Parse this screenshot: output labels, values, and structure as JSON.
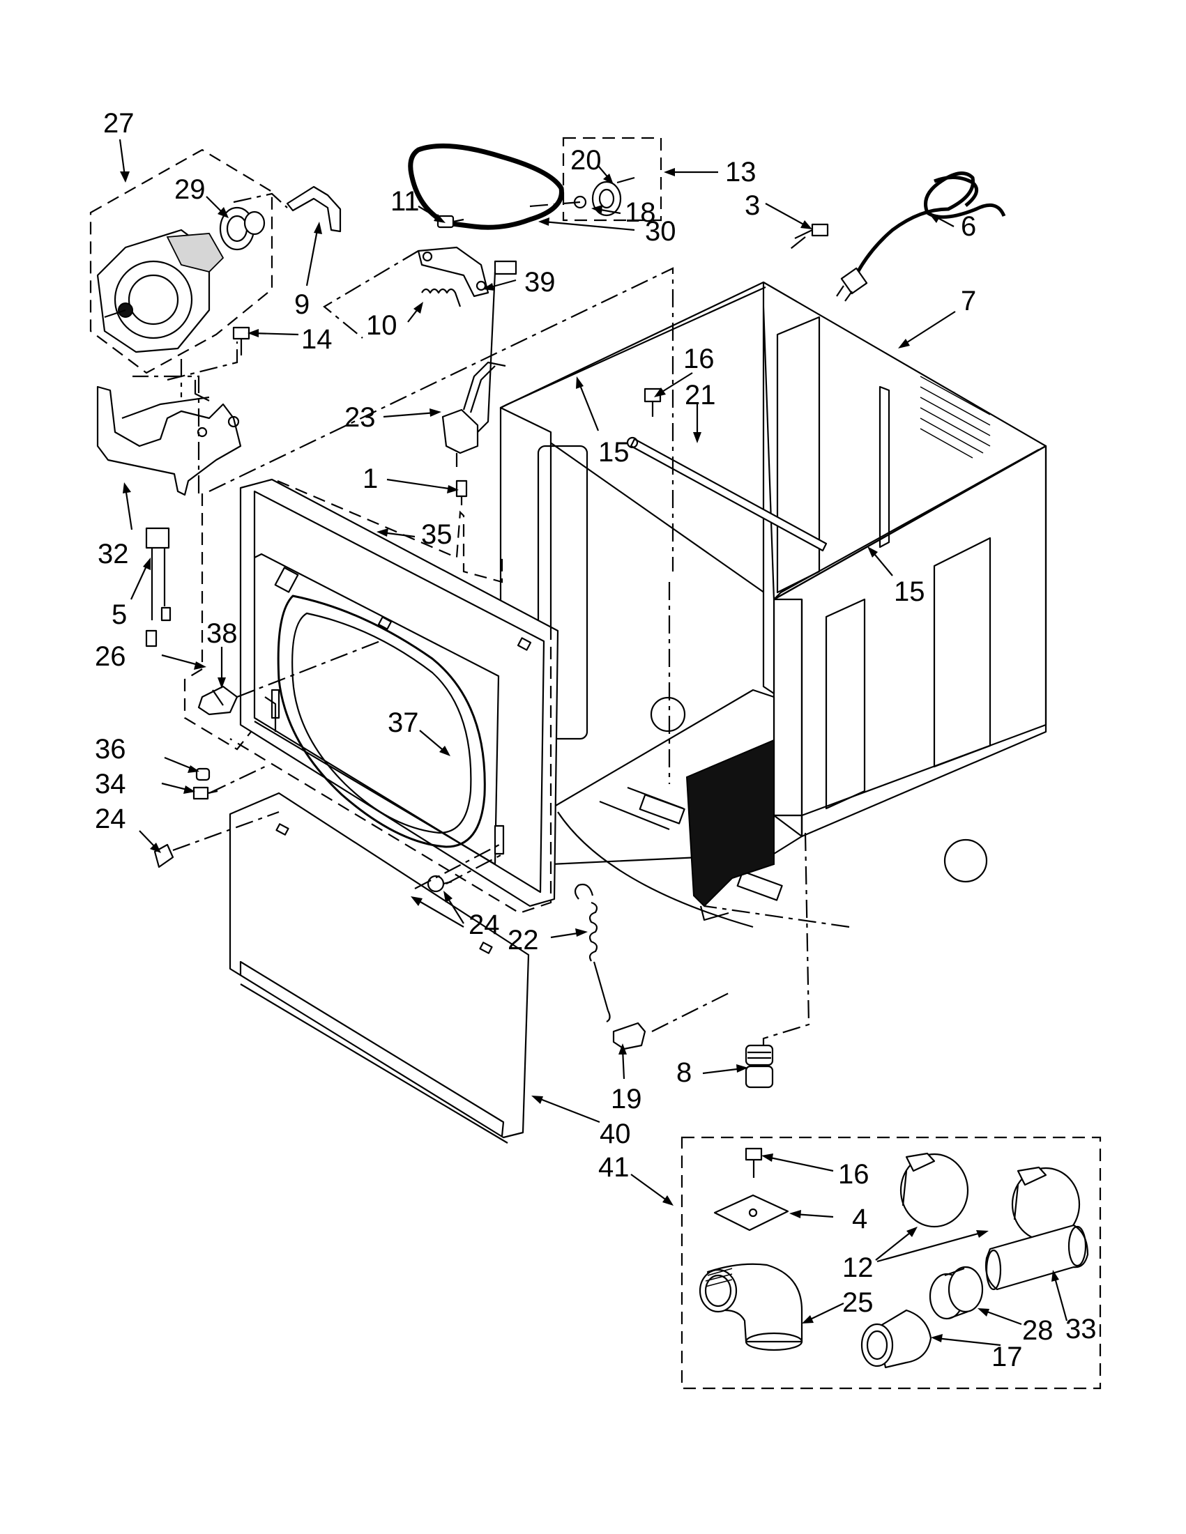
{
  "labels": [
    {
      "id": "27",
      "text": "27"
    },
    {
      "id": "29",
      "text": "29"
    },
    {
      "id": "9",
      "text": "9"
    },
    {
      "id": "14",
      "text": "14"
    },
    {
      "id": "32",
      "text": "32"
    },
    {
      "id": "5",
      "text": "5"
    },
    {
      "id": "26",
      "text": "26"
    },
    {
      "id": "38",
      "text": "38"
    },
    {
      "id": "36",
      "text": "36"
    },
    {
      "id": "34",
      "text": "34"
    },
    {
      "id": "24a",
      "text": "24"
    },
    {
      "id": "11",
      "text": "11"
    },
    {
      "id": "10",
      "text": "10"
    },
    {
      "id": "39",
      "text": "39"
    },
    {
      "id": "30",
      "text": "30"
    },
    {
      "id": "20",
      "text": "20"
    },
    {
      "id": "18",
      "text": "18"
    },
    {
      "id": "13",
      "text": "13"
    },
    {
      "id": "3",
      "text": "3"
    },
    {
      "id": "6",
      "text": "6"
    },
    {
      "id": "7",
      "text": "7"
    },
    {
      "id": "16a",
      "text": "16"
    },
    {
      "id": "21",
      "text": "21"
    },
    {
      "id": "15a",
      "text": "15"
    },
    {
      "id": "15b",
      "text": "15"
    },
    {
      "id": "23",
      "text": "23"
    },
    {
      "id": "1",
      "text": "1"
    },
    {
      "id": "35",
      "text": "35"
    },
    {
      "id": "37",
      "text": "37"
    },
    {
      "id": "24b",
      "text": "24"
    },
    {
      "id": "22",
      "text": "22"
    },
    {
      "id": "19",
      "text": "19"
    },
    {
      "id": "8",
      "text": "8"
    },
    {
      "id": "40",
      "text": "40"
    },
    {
      "id": "41",
      "text": "41"
    },
    {
      "id": "16b",
      "text": "16"
    },
    {
      "id": "4",
      "text": "4"
    },
    {
      "id": "12",
      "text": "12"
    },
    {
      "id": "25",
      "text": "25"
    },
    {
      "id": "28",
      "text": "28"
    },
    {
      "id": "33",
      "text": "33"
    },
    {
      "id": "17",
      "text": "17"
    }
  ]
}
